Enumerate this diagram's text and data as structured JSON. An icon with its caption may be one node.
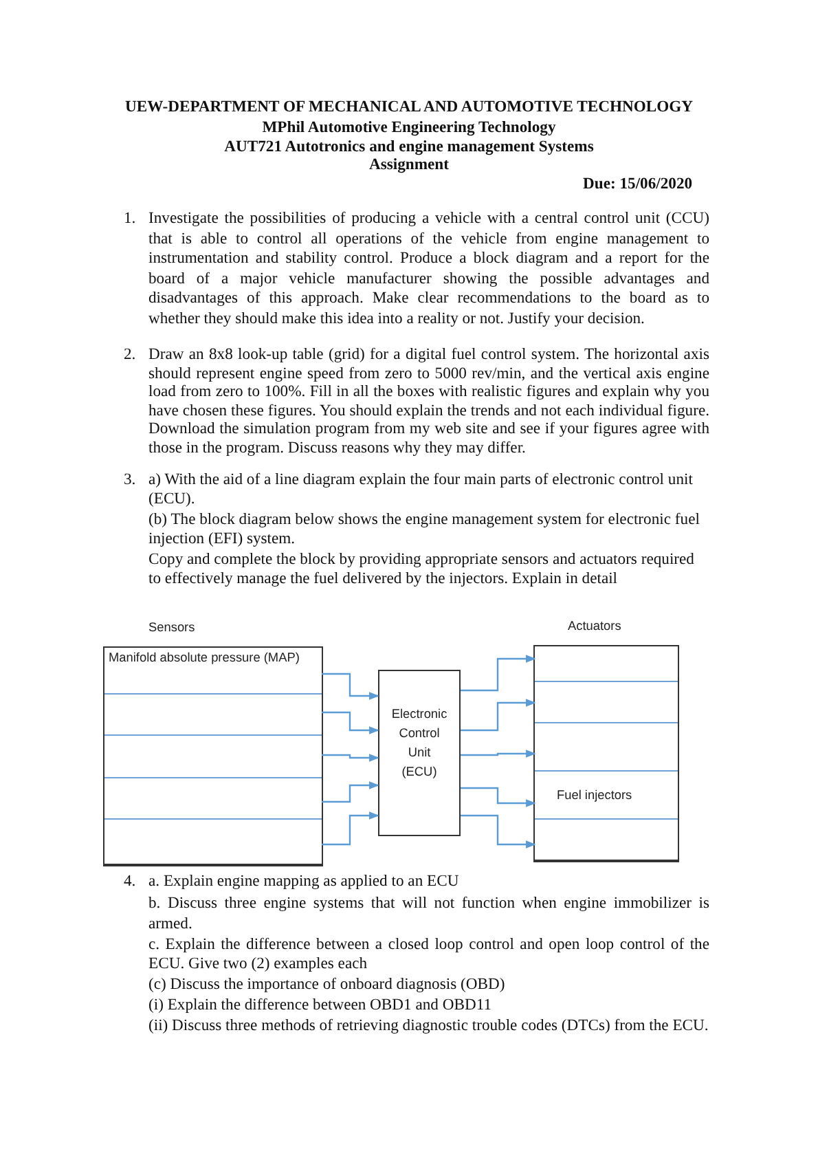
{
  "diagram": {
    "title": "UEW-DEPARTMENT OF MECHANICAL AND AUTOMOTIVE TECHNOLOGY",
    "nodes": [
      {
        "text": [
          "Sensors"
        ]
      },
      {
        "text": [
          "Manifold absolute pressure (MAP)"
        ],
        "in": 0
      },
      {
        "text": [],
        "shape": "box",
        "in": 0
      },
      {
        "text": [],
        "shape": "box",
        "in": 0
      },
      {
        "text": [],
        "shape": "box",
        "in": 0
      },
      {
        "text": [],
        "shape": "box",
        "in": 0
      },
      {
        "text": [
          "Electronic Control Unit (ECU)"
        ]
      },
      {
        "text": [
          "Actuators"
        ]
      },
      {
        "text": [],
        "shape": "box",
        "in": 7
      },
      {
        "text": [],
        "shape": "box",
        "in": 7
      },
      {
        "text": [],
        "shape": "box",
        "in": 7
      },
      {
        "text": [
          "Fuel injectors"
        ],
        "in": 7
      },
      {
        "text": [],
        "shape": "box",
        "in": 7
      }
    ],
    "edges": [
      {
        "from": 1,
        "to": 6,
        "arrow": "to"
      },
      {
        "from": 2,
        "to": 6,
        "arrow": "to"
      },
      {
        "from": 3,
        "to": 6,
        "arrow": "to"
      },
      {
        "from": 4,
        "to": 6,
        "arrow": "to"
      },
      {
        "from": 5,
        "to": 6,
        "arrow": "to"
      },
      {
        "from": 6,
        "to": 8,
        "arrow": "to"
      },
      {
        "from": 6,
        "to": 9,
        "arrow": "to"
      },
      {
        "from": 6,
        "to": 10,
        "arrow": "to"
      },
      {
        "from": 6,
        "to": 11,
        "arrow": "to"
      },
      {
        "from": 6,
        "to": 12,
        "arrow": "to"
      }
    ],
    "labels": [
      "MPhil Automotive Engineering Technology",
      "AUT721 Autotronics and engine management Systems",
      "Assignment",
      "Due: 15/06/2020",
      "1.",
      "Investigate the possibilities of producing a vehicle with a central control unit (CCU) that is able to control all operations of the vehicle from engine management to instrumentation and stability control. Produce a block diagram and a report for the board of a major vehicle manufacturer showing the possible advantages and disadvantages of this approach. Make clear recommendations to the board as to whether they should make this idea into a reality or not. Justify your decision.",
      "2.",
      "Draw an 8x8 look-up table (grid) for a digital fuel control system. The horizontal axis should represent engine speed from zero to 5000 rev/min, and the vertical axis engine load from zero to 100%. Fill in all the boxes with realistic figures and explain why you have chosen these figures. You should explain the trends and not each individual figure. Download the simulation program from my web site and see if your figures agree with those in the program. Discuss reasons why they may differ.",
      "3.",
      "a)  With the aid of a line diagram explain the four main parts of electronic control unit (ECU).",
      "(b) The block diagram below shows the engine management system for electronic fuel injection (EFI) system.",
      "Copy and complete the block by providing appropriate sensors and actuators required to effectively manage the fuel delivered by the injectors. Explain in detail",
      "4.",
      "a. Explain engine mapping as applied to an ECU",
      "b. Discuss three engine systems that will not function when engine immobilizer is armed.",
      "c. Explain the difference between a closed loop control and open loop control of the ECU. Give two (2) examples each",
      "(c) Discuss the importance of onboard diagnosis (OBD)",
      "(i) Explain the difference between OBD1 and OBD11",
      "(ii) Discuss three methods of retrieving diagnostic trouble codes (DTCs) from the ECU."
    ]
  }
}
